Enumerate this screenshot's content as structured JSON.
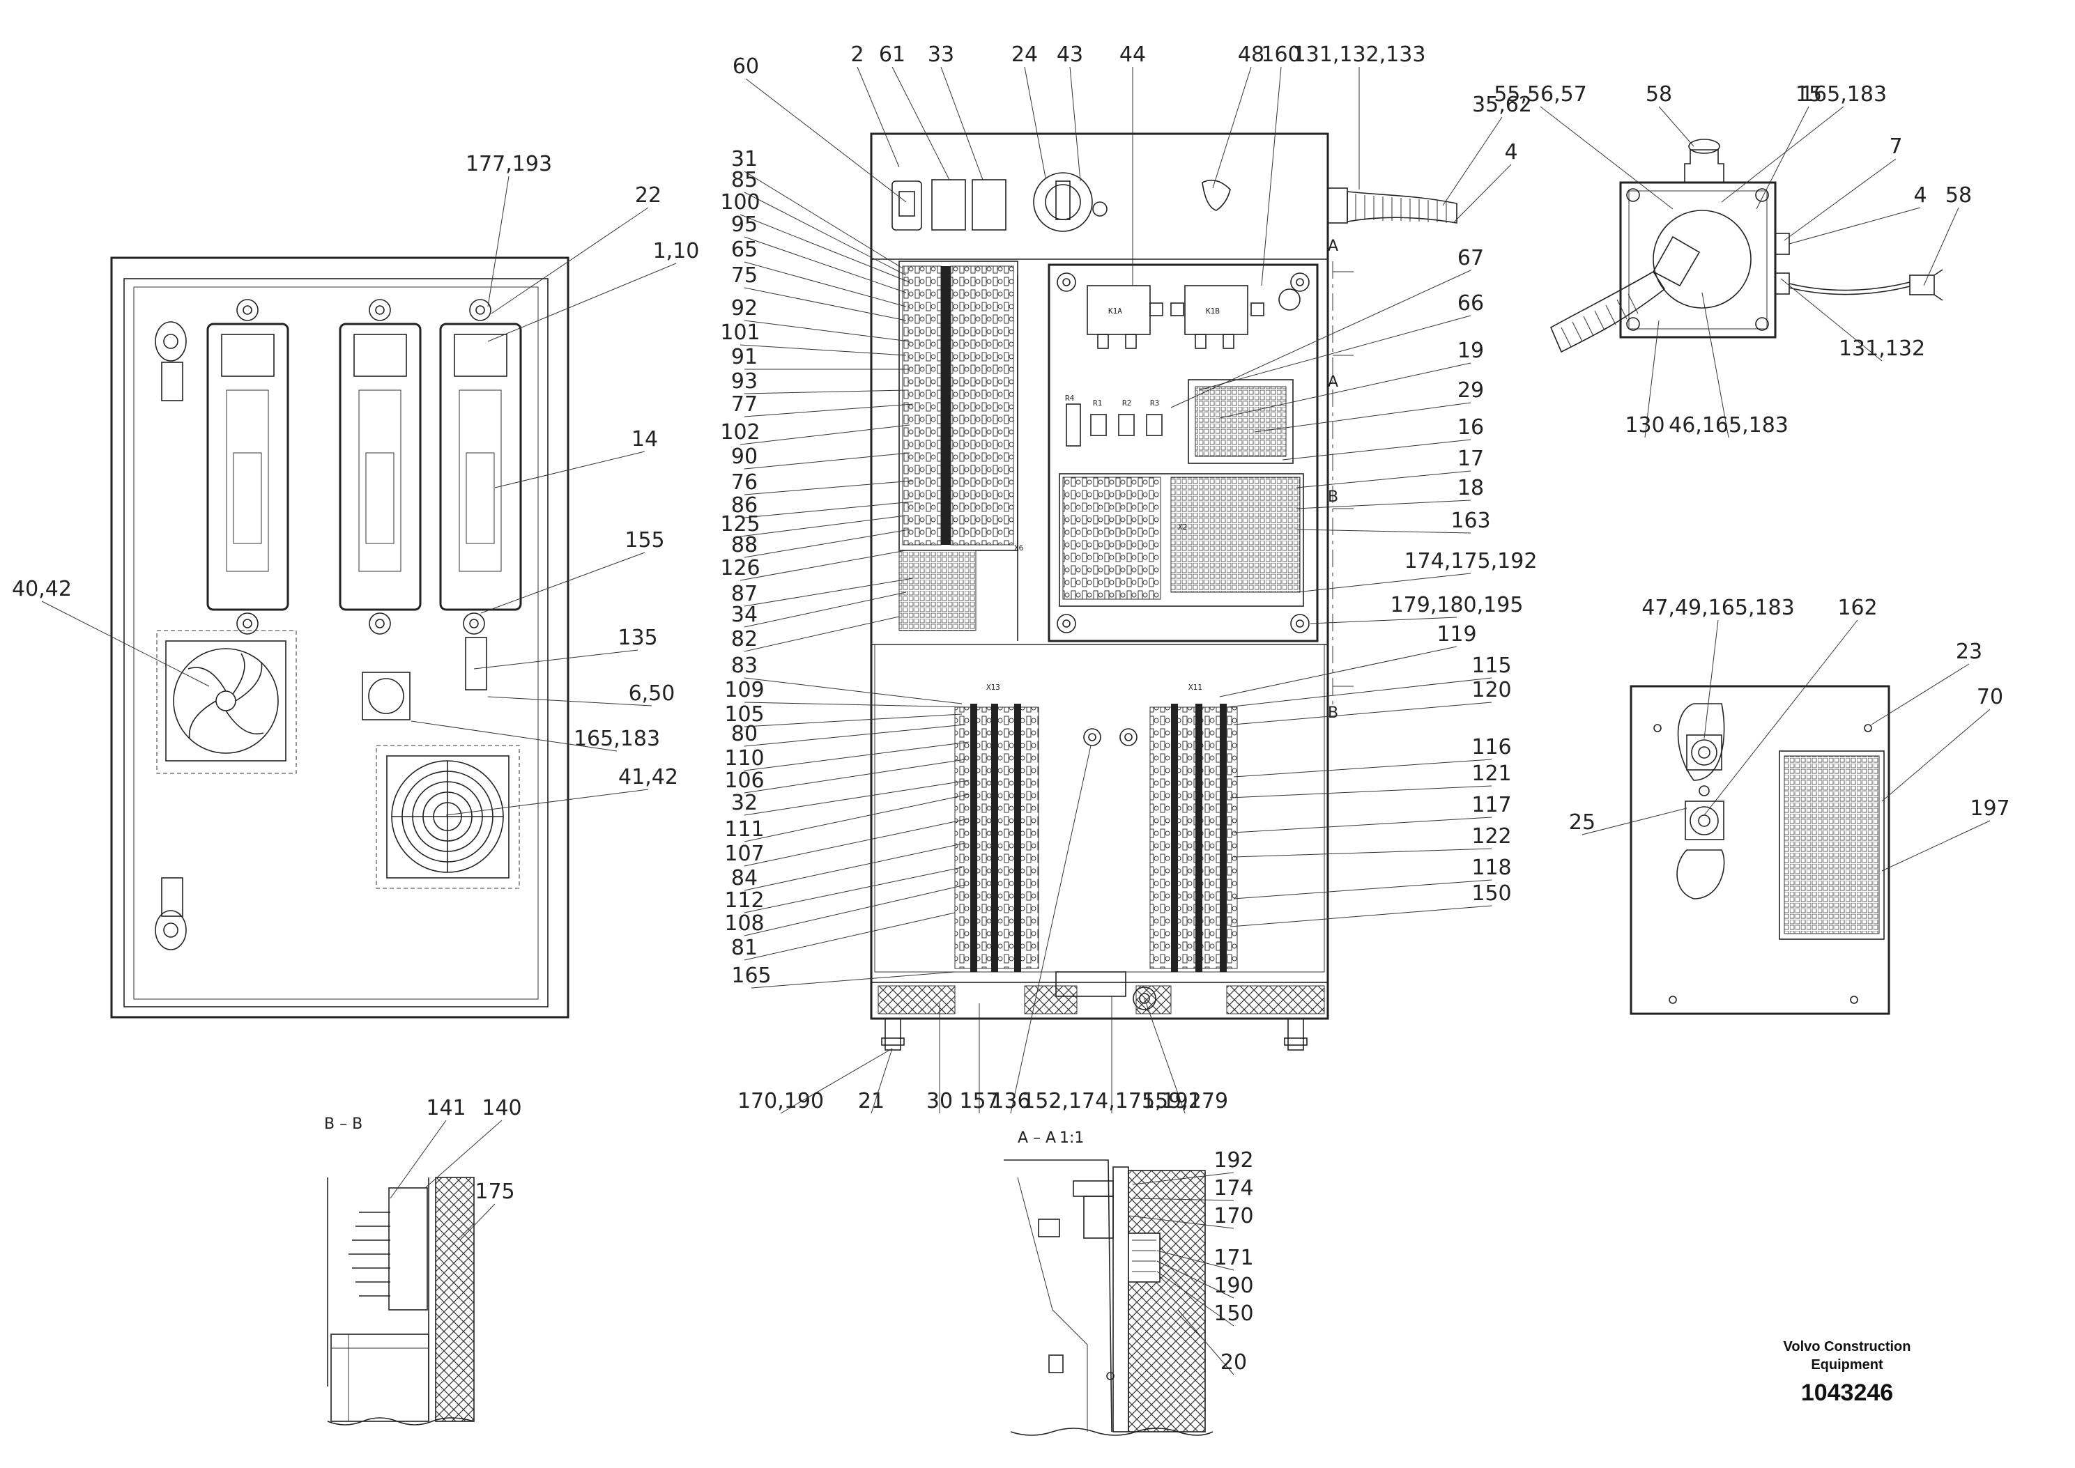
{
  "footer": {
    "brand": "Volvo Construction Equipment",
    "brand_line1": "Volvo Construction",
    "brand_line2": "Equipment",
    "drawing_number": "1043246"
  },
  "sections": {
    "bb": "B – B",
    "aa": "A – A",
    "aa_scale": "1:1",
    "mark_a": "A",
    "mark_b": "B"
  },
  "component_texts": {
    "x13": "X13",
    "x11": "X11",
    "x6": "X6",
    "x2": "X2",
    "k1a": "K1A",
    "k1b": "K1B",
    "r4": "R4",
    "r1": "R1",
    "r2": "R2",
    "r3": "R3"
  },
  "callouts": [
    "177,193",
    "22",
    "1,10",
    "14",
    "155",
    "40,42",
    "135",
    "6,50",
    "165,183",
    "41,42",
    "60",
    "2",
    "61",
    "33",
    "24",
    "43",
    "44",
    "48",
    "160",
    "131,132,133",
    "35,62",
    "4",
    "31",
    "85",
    "100",
    "95",
    "65",
    "75",
    "92",
    "101",
    "91",
    "93",
    "77",
    "102",
    "90",
    "76",
    "86",
    "125",
    "88",
    "126",
    "87",
    "34",
    "82",
    "83",
    "109",
    "105",
    "80",
    "110",
    "106",
    "32",
    "111",
    "107",
    "84",
    "112",
    "108",
    "81",
    "165",
    "67",
    "66",
    "19",
    "29",
    "16",
    "17",
    "18",
    "163",
    "174,175,192",
    "179,180,195",
    "119",
    "115",
    "120",
    "116",
    "121",
    "117",
    "122",
    "118",
    "150",
    "170,190",
    "21",
    "30",
    "157",
    "136",
    "152,174,175,192",
    "159,179",
    "55,56,57",
    "58",
    "15",
    "165,183",
    "7",
    "4",
    "58",
    "131,132",
    "130",
    "46,165,183",
    "47,49,165,183",
    "162",
    "23",
    "70",
    "25",
    "197",
    "141",
    "140",
    "175",
    "192",
    "174",
    "170",
    "171",
    "190",
    "150",
    "20"
  ]
}
